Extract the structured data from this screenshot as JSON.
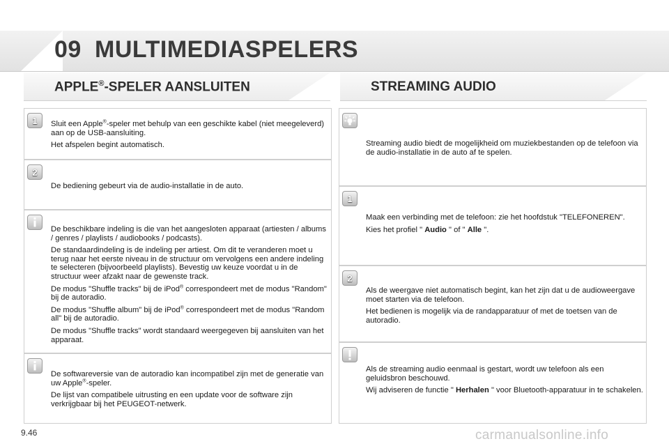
{
  "header": {
    "chapter_number": "09",
    "chapter_title": "MULTIMEDIASPELERS"
  },
  "left_section": {
    "title_pre": "APPLE",
    "title_reg": "®",
    "title_post": "-SPELER AANSLUITEN",
    "boxes": [
      {
        "badge": "1",
        "p1a": "Sluit een Apple",
        "p1reg": "®",
        "p1b": "-speler met behulp van een geschikte kabel (niet meegeleverd) aan op de USB-aansluiting.",
        "p2": "Het afspelen begint automatisch."
      },
      {
        "badge": "2",
        "p1": "De bediening gebeurt via de audio-installatie in de auto."
      },
      {
        "badge_icon": "info-icon",
        "p1": "De beschikbare indeling is die van het aangesloten apparaat (artiesten / albums / genres / playlists / audiobooks / podcasts).",
        "p2": "De standaardindeling is de indeling per artiest. Om dit te veranderen moet u terug naar het eerste niveau in de structuur om vervolgens een andere indeling te selecteren (bijvoorbeeld playlists). Bevestig uw keuze voordat u in de structuur weer afzakt naar de gewenste track.",
        "p3a": "De modus \"Shuffle tracks\" bij de iPod",
        "p3reg": "®",
        "p3b": " correspondeert met de modus \"Random\" bij de autoradio.",
        "p4a": "De modus \"Shuffle album\" bij de iPod",
        "p4reg": "®",
        "p4b": " correspondeert met de modus \"Random all\" bij de autoradio.",
        "p5": "De modus \"Shuffle tracks\" wordt standaard weergegeven bij aansluiten van het apparaat."
      },
      {
        "badge_icon": "info-icon",
        "p1a": "De softwareversie van de autoradio kan incompatibel zijn met de generatie van uw Apple",
        "p1reg": "®",
        "p1b": "-speler.",
        "p2": "De lijst van compatibele uitrusting en een update voor de software zijn verkrijgbaar bij het PEUGEOT-netwerk."
      }
    ]
  },
  "right_section": {
    "title": "STREAMING AUDIO",
    "boxes": [
      {
        "badge_icon": "lightbulb-icon",
        "p1": "Streaming audio biedt de mogelijkheid om muziekbestanden op de telefoon via de audio-installatie in de auto af te spelen."
      },
      {
        "badge": "1",
        "p1": "Maak een verbinding met de telefoon: zie het hoofdstuk \"TELEFONEREN\".",
        "p2a": "Kies het profiel \" ",
        "p2b1": "Audio",
        "p2c": " \" of \" ",
        "p2b2": "Alle",
        "p2d": " \"."
      },
      {
        "badge": "2",
        "p1": "Als de weergave niet automatisch begint, kan het zijn dat u de audioweergave moet starten via de telefoon.",
        "p2": "Het bedienen is mogelijk via de randapparatuur of met de toetsen van de autoradio."
      },
      {
        "badge_icon": "warning-icon",
        "p1": "Als de streaming audio eenmaal is gestart, wordt uw telefoon als een geluidsbron beschouwd.",
        "p2a": "Wij adviseren de functie \" ",
        "p2b": "Herhalen",
        "p2c": " \" voor Bluetooth-apparatuur in te schakelen."
      }
    ]
  },
  "footer": {
    "page_number": "9.46",
    "watermark": "carmanualsonline.info"
  }
}
